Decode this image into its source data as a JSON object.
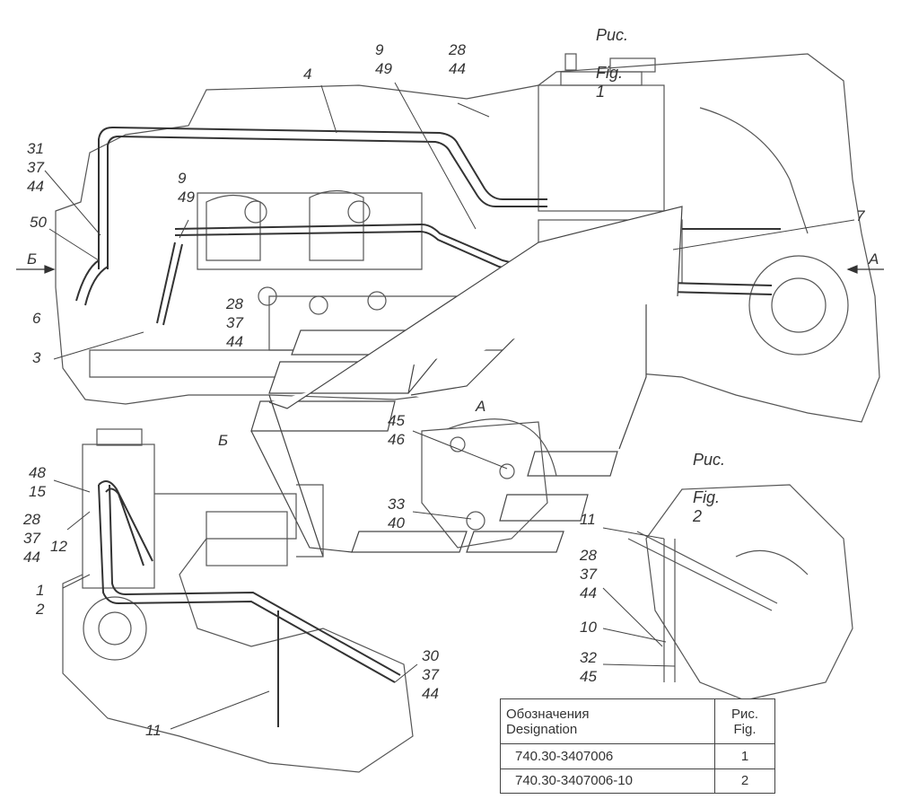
{
  "figure_captions": {
    "fig1_ru": "Рис.",
    "fig1_en": "Fig.",
    "fig1_num": "1",
    "fig2_ru": "Рис.",
    "fig2_en": "Fig.",
    "fig2_num": "2"
  },
  "view_markers": {
    "arrow_a": "А",
    "arrow_b": "Б",
    "view_a": "А",
    "view_b": "Б"
  },
  "callouts": {
    "c4": "4",
    "c9_49_top": "9\n49",
    "c28_44_top": "28\n44",
    "c31_37_44": "31\n37\n44",
    "c9_49_left": "9\n49",
    "c50": "50",
    "c6": "6",
    "c3": "3",
    "c28_37_44_mid": "28\n37\n44",
    "c7": "7",
    "c45_46": "45\n46",
    "c33_40": "33\n40",
    "c48_15": "48\n15",
    "c28_37_44_left": "28\n37\n44",
    "c12": "12",
    "c1_2": "1\n2",
    "c30_37_44": "30\n37\n44",
    "c11_bottom": "11",
    "c11_fig2": "11",
    "c28_37_44_fig2": "28\n37\n44",
    "c10": "10",
    "c32_45": "32\n45"
  },
  "designation_table": {
    "header_col1_ru": "Обозначения",
    "header_col1_en": "Designation",
    "header_col2_ru": "Рис.",
    "header_col2_en": "Fig.",
    "rows": [
      {
        "designation": "740.30-3407006",
        "figure": "1"
      },
      {
        "designation": "740.30-3407006-10",
        "figure": "2"
      }
    ]
  },
  "colors": {
    "line": "#4a4a4a",
    "text": "#333333",
    "background": "#ffffff"
  }
}
